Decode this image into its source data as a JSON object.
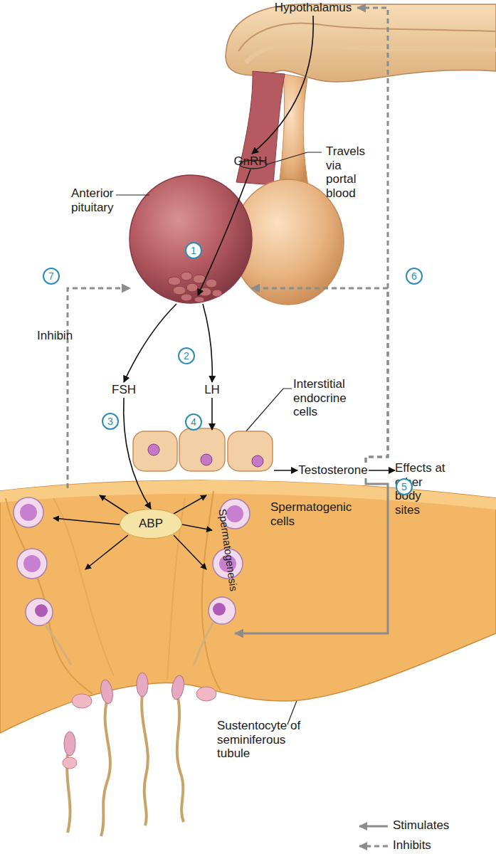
{
  "diagram": {
    "nodes": [
      {
        "text": [
          "Hypothalamus"
        ]
      },
      {
        "text": [
          "GnRH"
        ]
      },
      {
        "text": [
          "Anterior pituitary"
        ]
      },
      {
        "text": [
          "FSH"
        ]
      },
      {
        "text": [
          "LH"
        ]
      },
      {
        "text": [
          "Interstitial endocrine cells"
        ]
      },
      {
        "text": [
          "Testosterone"
        ]
      },
      {
        "text": [
          "Effects at other body sites"
        ]
      },
      {
        "text": [
          "Sustentocyte of seminiferous tubule"
        ]
      },
      {
        "text": [
          "ABP"
        ],
        "in": 8
      },
      {
        "text": [
          "Spermatogenesis"
        ],
        "in": 8
      }
    ],
    "edges": [
      {
        "from": 0,
        "to": 1,
        "arrow": "to"
      },
      {
        "from": 1,
        "to": 2,
        "arrow": "to"
      },
      {
        "from": 2,
        "to": 3,
        "arrow": "to"
      },
      {
        "from": 2,
        "to": 4,
        "arrow": "to"
      },
      {
        "from": 3,
        "to": 9,
        "arrow": "to"
      },
      {
        "from": 4,
        "to": 5,
        "arrow": "to"
      },
      {
        "from": 5,
        "to": 6,
        "arrow": "to"
      },
      {
        "from": 6,
        "to": 7,
        "arrow": "to"
      },
      {
        "from": 6,
        "to": 10,
        "arrow": "to"
      },
      {
        "from": 6,
        "to": 2,
        "arrow": "to"
      },
      {
        "from": 6,
        "to": 0,
        "arrow": "to"
      },
      {
        "from": 8,
        "to": 2,
        "arrow": "to",
        "label": "Inhibin"
      }
    ],
    "labels": [
      "Travels via portal blood",
      "1",
      "7",
      "6",
      "2",
      "3",
      "4",
      "5",
      "Spermatogenic cells"
    ],
    "legend": [
      {
        "text": "Stimulates"
      },
      {
        "text": "Inhibits"
      }
    ]
  }
}
